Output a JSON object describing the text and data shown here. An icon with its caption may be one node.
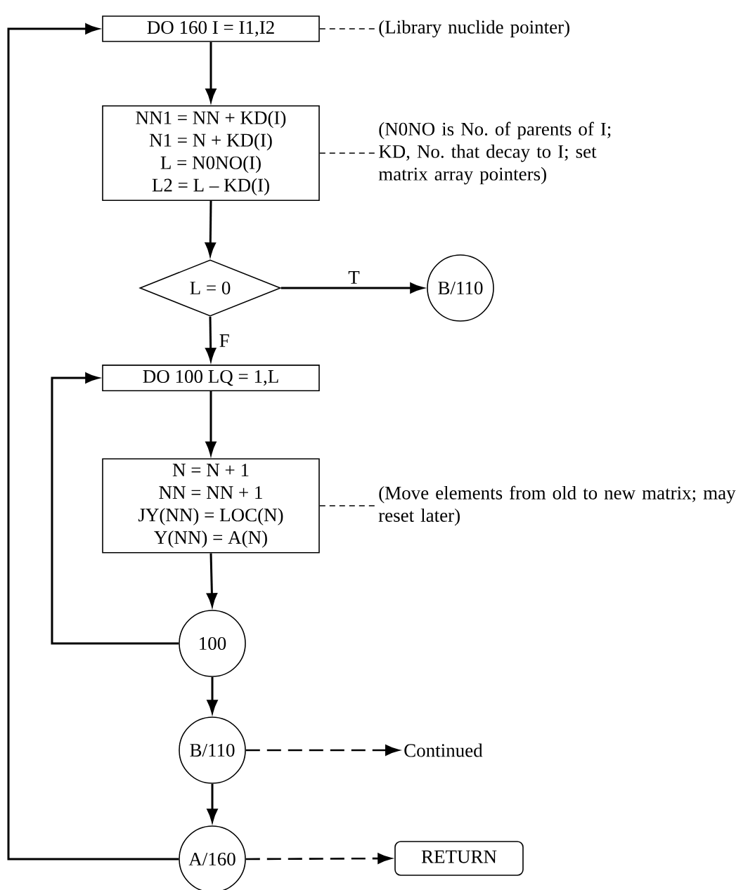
{
  "diagram": {
    "nodes": [
      {
        "text": [
          "DO 160 I = I1,I2"
        ]
      },
      {
        "text": [
          "(Library nuclide pointer)"
        ]
      },
      {
        "text": [
          "NN1 = NN + KD(I)",
          "N1 = N + KD(I)",
          "L = N0NO(I)",
          "L2 = L – KD(I)"
        ]
      },
      {
        "text": [
          "(N0NO is No. of parents of I; KD, No. that decay to I; set matrix array pointers)"
        ]
      },
      {
        "text": [
          "L = 0"
        ]
      },
      {
        "text": [
          "B/110"
        ]
      },
      {
        "text": [
          "DO 100 LQ = 1,L"
        ]
      },
      {
        "text": [
          "N = N + 1",
          "NN = NN + 1",
          "JY(NN) = LOC(N)",
          "Y(NN) = A(N)"
        ]
      },
      {
        "text": [
          "(Move elements from old to new matrix; may reset later)"
        ]
      },
      {
        "text": [
          "100"
        ]
      },
      {
        "text": [
          "B/110"
        ]
      },
      {
        "text": [
          "Continued"
        ]
      },
      {
        "text": [
          "A/160"
        ]
      },
      {
        "text": [
          "RETURN"
        ]
      }
    ],
    "edges": [
      {
        "from": 0,
        "to": 2,
        "arrow": "to"
      },
      {
        "from": 2,
        "to": 4,
        "arrow": "to"
      },
      {
        "from": 4,
        "to": 5,
        "arrow": "to",
        "label": "T"
      },
      {
        "from": 4,
        "to": 6,
        "arrow": "to",
        "label": "F"
      },
      {
        "from": 6,
        "to": 7,
        "arrow": "to"
      },
      {
        "from": 7,
        "to": 9,
        "arrow": "to"
      },
      {
        "from": 9,
        "to": 6,
        "arrow": "to"
      },
      {
        "from": 9,
        "to": 10,
        "arrow": "to"
      },
      {
        "from": 10,
        "to": 12,
        "arrow": "to"
      },
      {
        "from": 12,
        "to": 0,
        "arrow": "to"
      },
      {
        "from": 10,
        "to": 11,
        "arrow": "to",
        "style": "dashed"
      },
      {
        "from": 12,
        "to": 13,
        "arrow": "to",
        "style": "dashed"
      },
      {
        "from": 0,
        "to": 1,
        "arrow": "none",
        "style": "dashed"
      },
      {
        "from": 2,
        "to": 3,
        "arrow": "none",
        "style": "dashed"
      },
      {
        "from": 7,
        "to": 8,
        "arrow": "none",
        "style": "dashed"
      }
    ]
  }
}
